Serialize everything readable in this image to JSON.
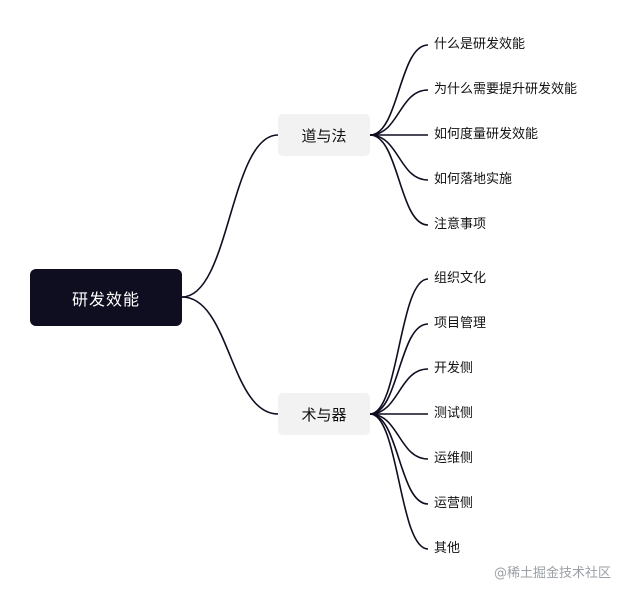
{
  "root": {
    "label": "研发效能"
  },
  "branches": [
    {
      "label": "道与法",
      "children": [
        "什么是研发效能",
        "为什么需要提升研发效能",
        "如何度量研发效能",
        "如何落地实施",
        "注意事项"
      ]
    },
    {
      "label": "术与器",
      "children": [
        "组织文化",
        "项目管理",
        "开发侧",
        "测试侧",
        "运维侧",
        "运营侧",
        "其他"
      ]
    }
  ],
  "watermark": "@稀土掘金技术社区",
  "colors": {
    "root_bg": "#0f0d20",
    "node_bg": "#f2f2f2",
    "line": "#0f0d20",
    "watermark": "#9aa0a6"
  }
}
